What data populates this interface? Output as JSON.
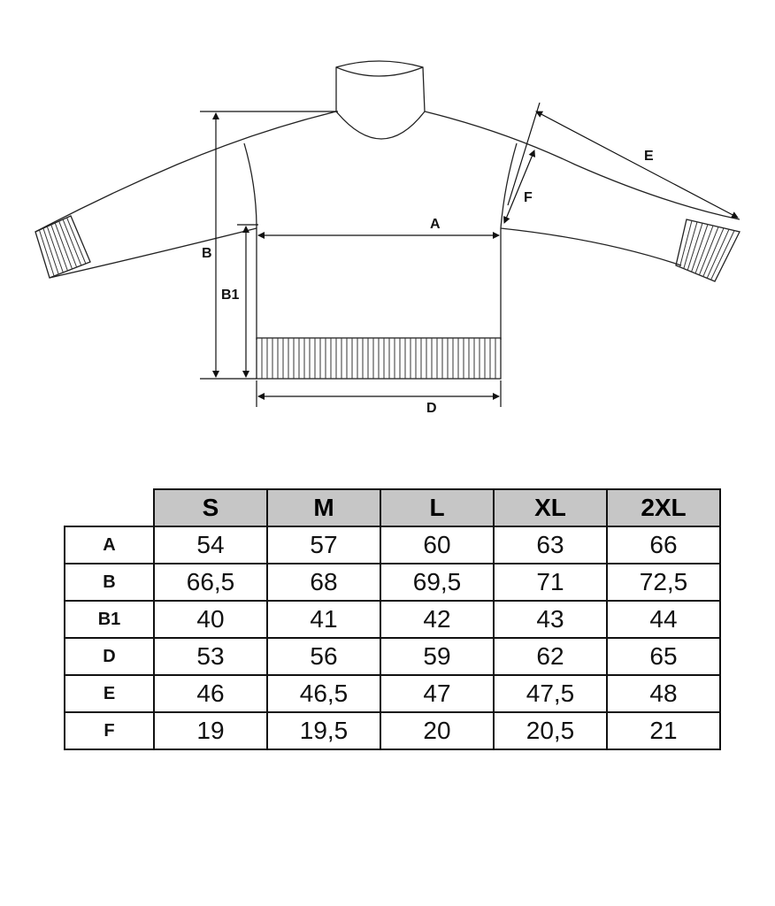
{
  "diagram": {
    "labels": {
      "A": "A",
      "B": "B",
      "B1": "B1",
      "D": "D",
      "E": "E",
      "F": "F"
    }
  },
  "table": {
    "columns": [
      "S",
      "M",
      "L",
      "XL",
      "2XL"
    ],
    "rows": [
      {
        "label": "A",
        "values": [
          "54",
          "57",
          "60",
          "63",
          "66"
        ]
      },
      {
        "label": "B",
        "values": [
          "66,5",
          "68",
          "69,5",
          "71",
          "72,5"
        ]
      },
      {
        "label": "B1",
        "values": [
          "40",
          "41",
          "42",
          "43",
          "44"
        ]
      },
      {
        "label": "D",
        "values": [
          "53",
          "56",
          "59",
          "62",
          "65"
        ]
      },
      {
        "label": "E",
        "values": [
          "46",
          "46,5",
          "47",
          "47,5",
          "48"
        ]
      },
      {
        "label": "F",
        "values": [
          "19",
          "19,5",
          "20",
          "20,5",
          "21"
        ]
      }
    ]
  }
}
